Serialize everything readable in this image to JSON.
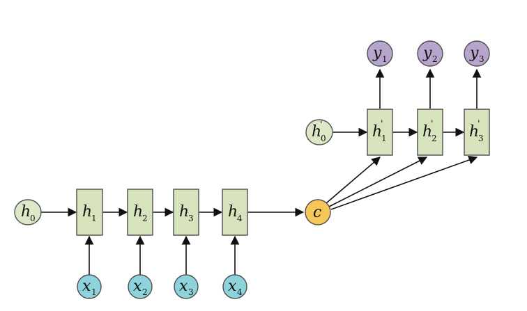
{
  "colors": {
    "hidden_fill": "#d7e3bd",
    "hidden_stroke": "#4d4d4d",
    "input_fill": "#8ed3dc",
    "output_fill": "#b8a5cc",
    "context_fill": "#f7c75a",
    "initial_fill": "#dde8c8",
    "arrow": "#111111"
  },
  "encoder": {
    "initial": {
      "base": "h",
      "sub": "0"
    },
    "hidden": [
      {
        "base": "h",
        "sub": "1"
      },
      {
        "base": "h",
        "sub": "2"
      },
      {
        "base": "h",
        "sub": "3"
      },
      {
        "base": "h",
        "sub": "4"
      }
    ],
    "inputs": [
      {
        "base": "x",
        "sub": "1"
      },
      {
        "base": "x",
        "sub": "2"
      },
      {
        "base": "x",
        "sub": "3"
      },
      {
        "base": "x",
        "sub": "4"
      }
    ]
  },
  "context": {
    "label": "c"
  },
  "decoder": {
    "initial": {
      "base": "h",
      "sub": "0",
      "prime": "'"
    },
    "hidden": [
      {
        "base": "h",
        "sub": "1",
        "prime": "'"
      },
      {
        "base": "h",
        "sub": "2",
        "prime": "'"
      },
      {
        "base": "h",
        "sub": "3",
        "prime": "'"
      }
    ],
    "outputs": [
      {
        "base": "y",
        "sub": "1"
      },
      {
        "base": "y",
        "sub": "2"
      },
      {
        "base": "y",
        "sub": "3"
      }
    ]
  }
}
